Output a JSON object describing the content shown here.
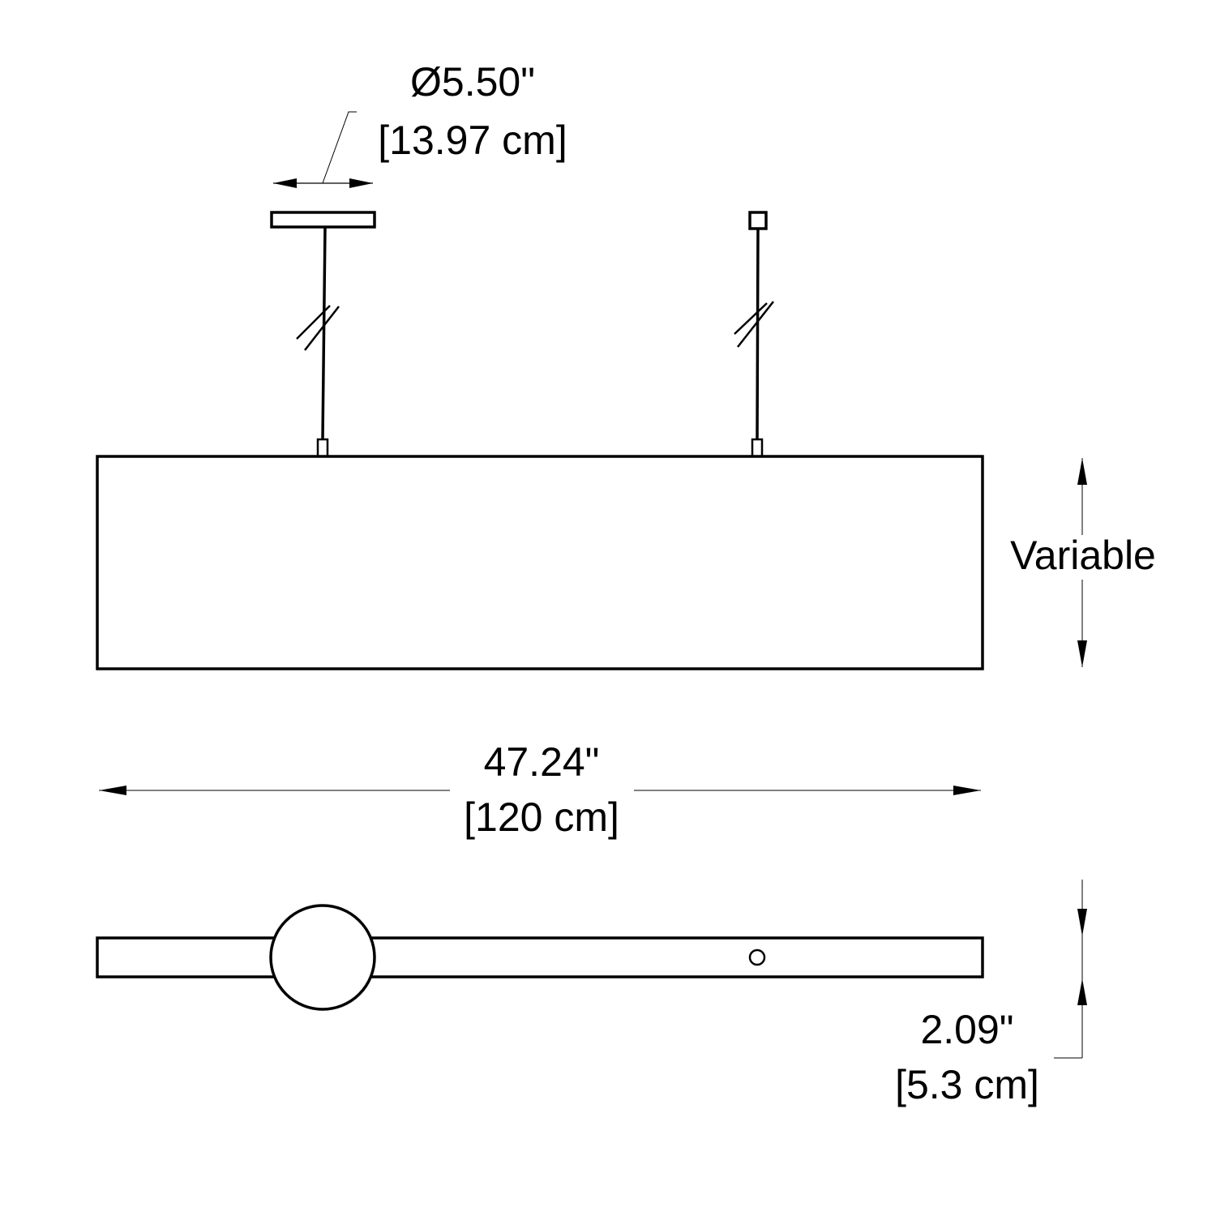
{
  "colors": {
    "line": "#000000",
    "background": "#ffffff"
  },
  "canopy_dimension": {
    "imperial": "Ø5.50\"",
    "metric": "[13.97 cm]"
  },
  "height_dimension": {
    "label": "Variable"
  },
  "length_dimension": {
    "imperial": "47.24\"",
    "metric": "[120 cm]"
  },
  "depth_dimension": {
    "imperial": "2.09\"",
    "metric": "[5.3 cm]"
  }
}
